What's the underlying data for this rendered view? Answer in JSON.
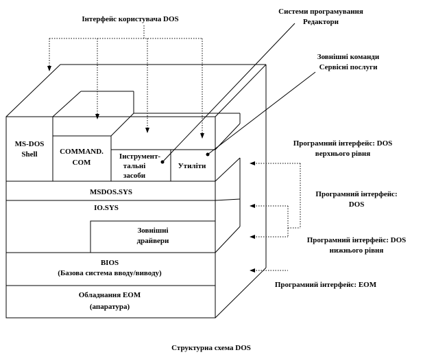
{
  "title": "Структурна схема DOS",
  "labels": {
    "user_interface": "Інтерфейс користувача DOS",
    "prog_systems_1": "Системи програмування",
    "prog_systems_2": "Редактори",
    "external_cmds_1": "Зовнішні команди",
    "external_cmds_2": "Сервісні послуги",
    "api_upper_1": "Програмний інтерфейс: DOS",
    "api_upper_2": "верхнього рівня",
    "api_dos_1": "Програмний інтерфейс:",
    "api_dos_2": "DOS",
    "api_lower_1": "Програмний інтерфейс: DOS",
    "api_lower_2": "нижнього рівня",
    "api_eom": "Програмний інтерфейс: ЕОМ"
  },
  "blocks": {
    "msdos_shell_1": "MS-DOS",
    "msdos_shell_2": "Shell",
    "command_com_1": "COMMAND.",
    "command_com_2": "COM",
    "tools_1": "Інструмент-",
    "tools_2": "тальні",
    "tools_3": "засоби",
    "utilities": "Утиліти",
    "msdos_sys": "MSDOS.SYS",
    "io_sys": "IO.SYS",
    "ext_drivers_1": "Зовнішні",
    "ext_drivers_2": "драйвери",
    "bios_1": "BIOS",
    "bios_2": "(Базова система вводу/виводу)",
    "hardware_1": "Обладнання ЕОМ",
    "hardware_2": "(апаратура)"
  }
}
